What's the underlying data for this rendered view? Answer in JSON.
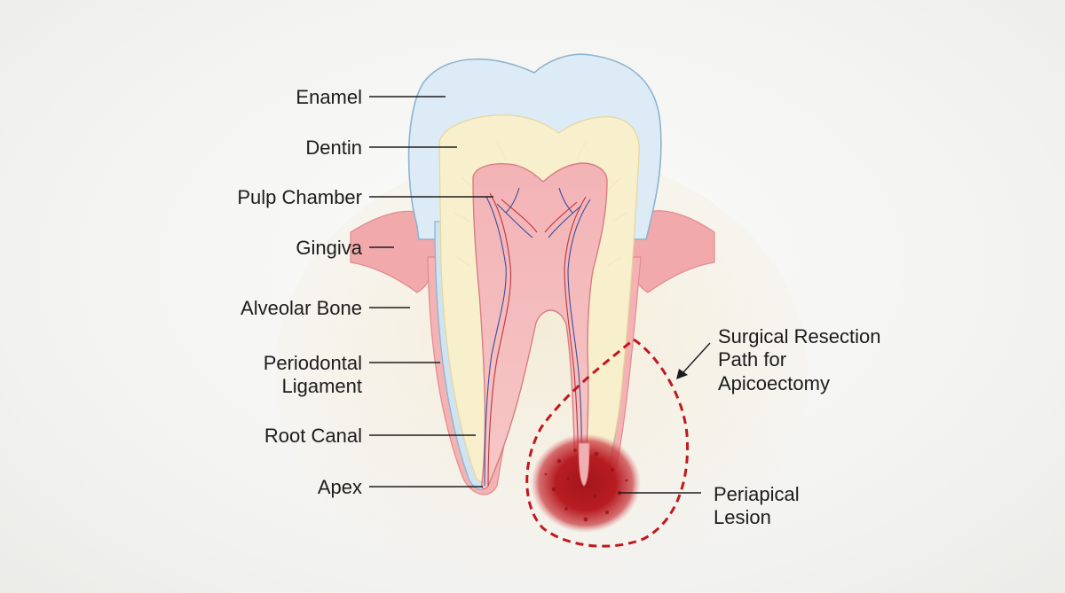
{
  "labels": {
    "enamel": "Enamel",
    "dentin": "Dentin",
    "pulp_chamber": "Pulp Chamber",
    "gingiva": "Gingiva",
    "alveolar_bone": "Alveolar Bone",
    "periodontal_ligament": [
      "Periodontal",
      "Ligament"
    ],
    "root_canal": "Root Canal",
    "apex": "Apex",
    "surgical_resection": [
      "Surgical Resection",
      "Path for",
      "Apicoectomy"
    ],
    "periapical_lesion": [
      "Periapical",
      "Lesion"
    ]
  },
  "colors": {
    "enamel": "#dcebf5",
    "enamel_stroke": "#8fb6d2",
    "dentin": "#f8f0cf",
    "pulp": "#f2b6b8",
    "pulp_stroke": "#d97b80",
    "gingiva": "#f0a7a9",
    "bone": "#f3ecdc",
    "lesion": "#b3171b",
    "resection_path": "#c0181f",
    "vessel_artery": "#c2333b",
    "vessel_vein": "#3a4e9e"
  }
}
